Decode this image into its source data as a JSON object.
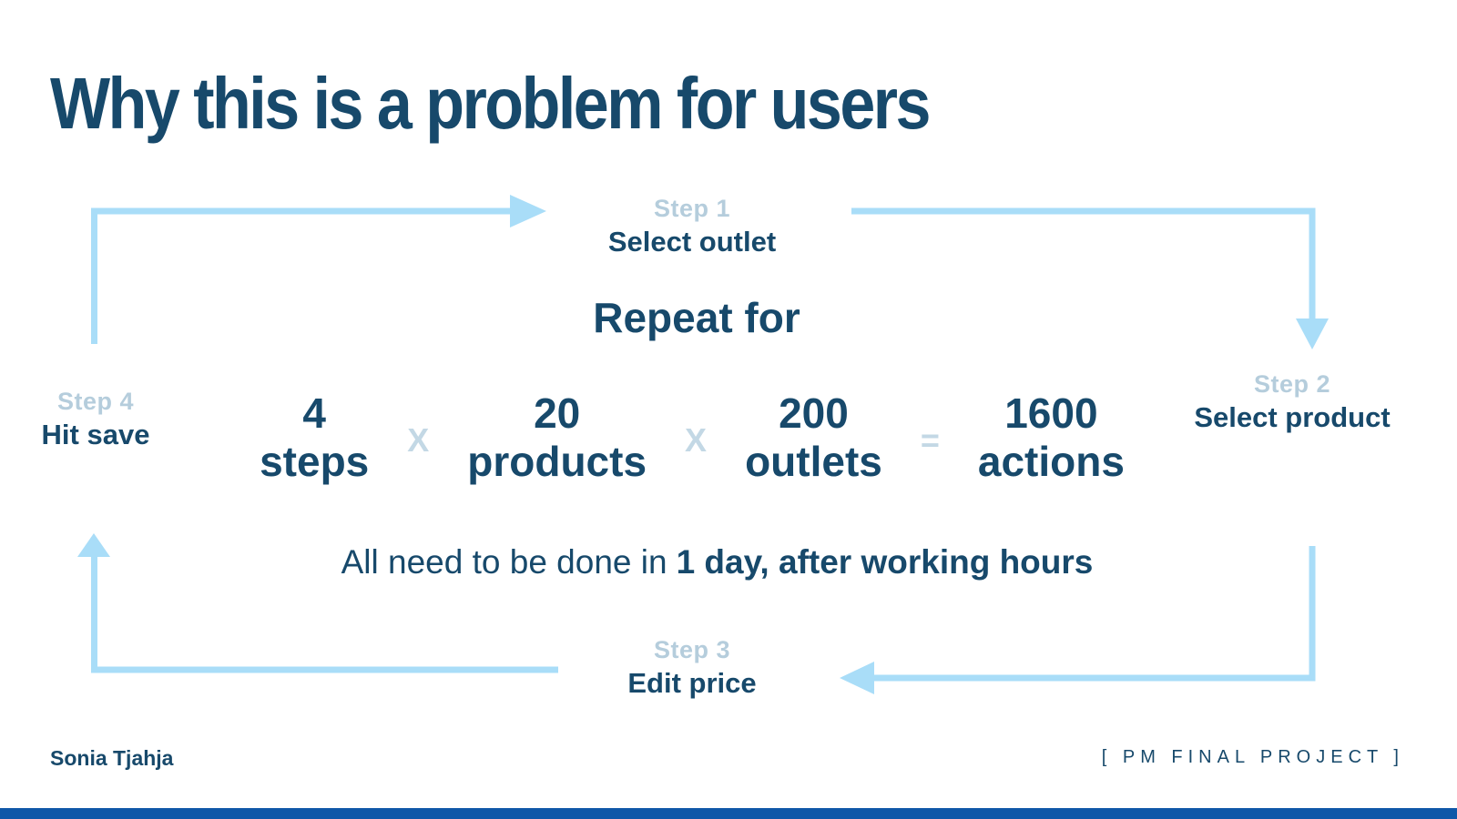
{
  "slide": {
    "title": "Why this is a problem for users"
  },
  "diagram": {
    "heading": "Repeat for",
    "steps": [
      {
        "label": "Step 1",
        "action": "Select outlet"
      },
      {
        "label": "Step 2",
        "action": "Select product"
      },
      {
        "label": "Step 3",
        "action": "Edit price"
      },
      {
        "label": "Step 4",
        "action": "Hit save"
      }
    ],
    "formula": {
      "terms": [
        {
          "value": "4",
          "unit": "steps"
        },
        {
          "value": "20",
          "unit": "products"
        },
        {
          "value": "200",
          "unit": "outlets"
        },
        {
          "value": "1600",
          "unit": "actions"
        }
      ],
      "operators": [
        "X",
        "X",
        "="
      ]
    },
    "note": {
      "prefix": "All need to be done in",
      "emphasis": "1 day, after working hours"
    }
  },
  "footer": {
    "author": "Sonia Tjahja",
    "project": "[ PM FINAL PROJECT ]"
  },
  "colors": {
    "dark_blue_text": "#17496B",
    "arrow_light_blue": "#A9DDF8",
    "muted_step_label": "#B5CDDC",
    "operator_blue": "#C3D8E5",
    "bottom_bar_blue": "#0F57A8"
  }
}
